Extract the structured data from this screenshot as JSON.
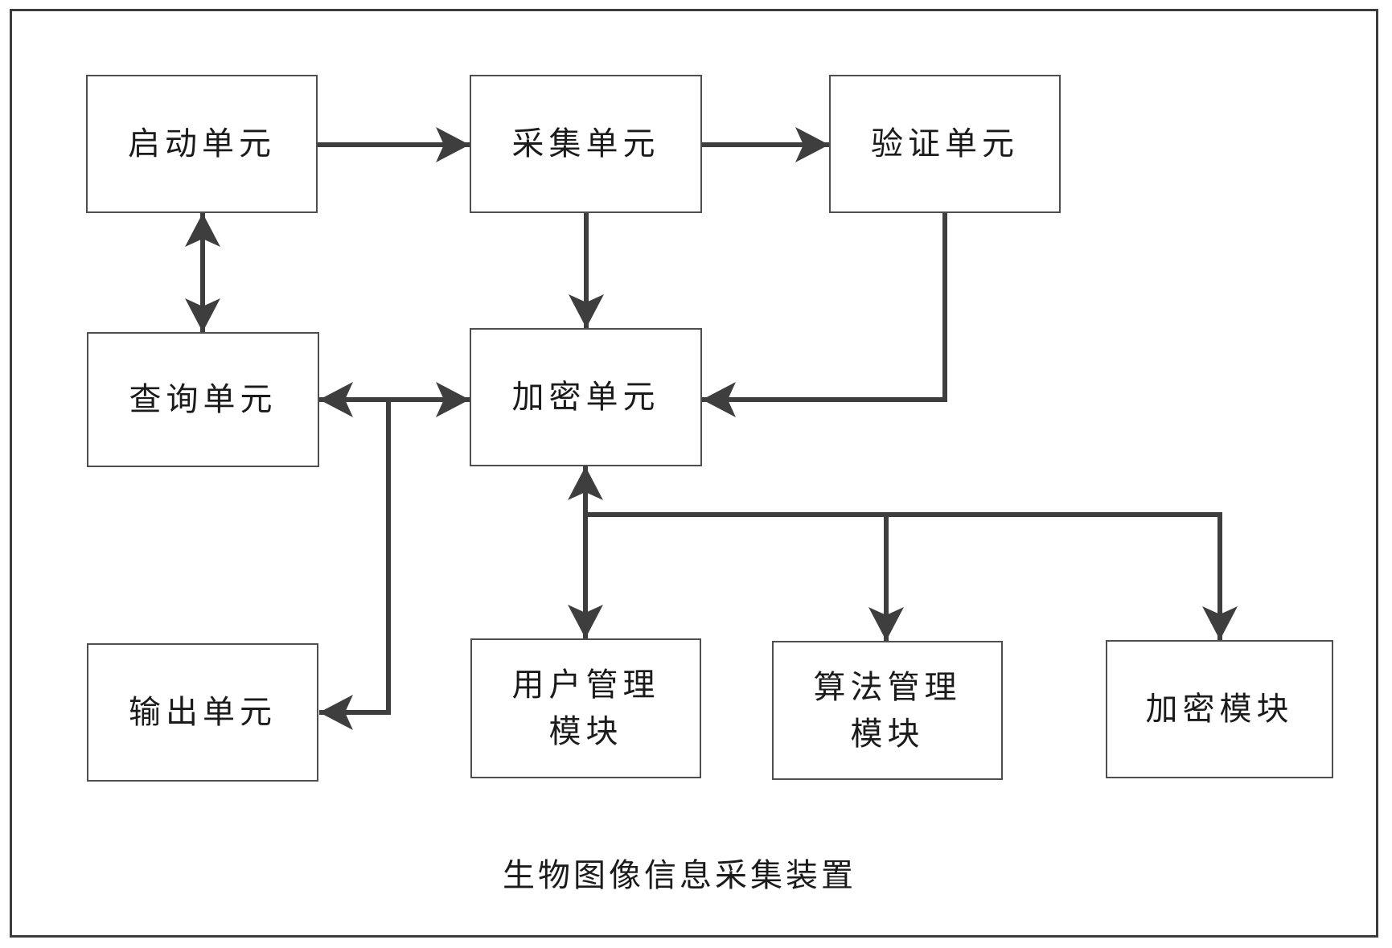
{
  "diagram": {
    "caption": "生物图像信息采集装置",
    "nodes": {
      "start_unit": {
        "label": "启动单元"
      },
      "collection_unit": {
        "label": "采集单元"
      },
      "verification_unit": {
        "label": "验证单元"
      },
      "query_unit": {
        "label": "查询单元"
      },
      "encryption_unit": {
        "label": "加密单元"
      },
      "output_unit": {
        "label": "输出单元"
      },
      "user_management_module": {
        "label": "用户管理\n模块"
      },
      "algorithm_management_module": {
        "label": "算法管理\n模块"
      },
      "encryption_module": {
        "label": "加密模块"
      }
    },
    "edges": [
      {
        "from": "start_unit",
        "to": "collection_unit",
        "type": "arrow"
      },
      {
        "from": "collection_unit",
        "to": "verification_unit",
        "type": "arrow"
      },
      {
        "from": "start_unit",
        "to": "query_unit",
        "type": "double-arrow"
      },
      {
        "from": "collection_unit",
        "to": "encryption_unit",
        "type": "arrow"
      },
      {
        "from": "verification_unit",
        "to": "encryption_unit",
        "type": "arrow"
      },
      {
        "from": "query_unit",
        "to": "encryption_unit",
        "type": "double-arrow"
      },
      {
        "from": "query_unit_encryption_unit_link",
        "to": "output_unit",
        "type": "arrow"
      },
      {
        "from": "encryption_unit",
        "to": "user_management_module",
        "type": "double-arrow"
      },
      {
        "from": "encryption_unit_bus",
        "to": "algorithm_management_module",
        "type": "arrow"
      },
      {
        "from": "encryption_unit_bus",
        "to": "encryption_module",
        "type": "arrow"
      }
    ],
    "colors": {
      "background": "#ffffff",
      "connector": "#3e3e3e",
      "box_border": "#4e4e4e",
      "frame_border": "#3c3c3c",
      "text": "#1b1b1b"
    }
  }
}
